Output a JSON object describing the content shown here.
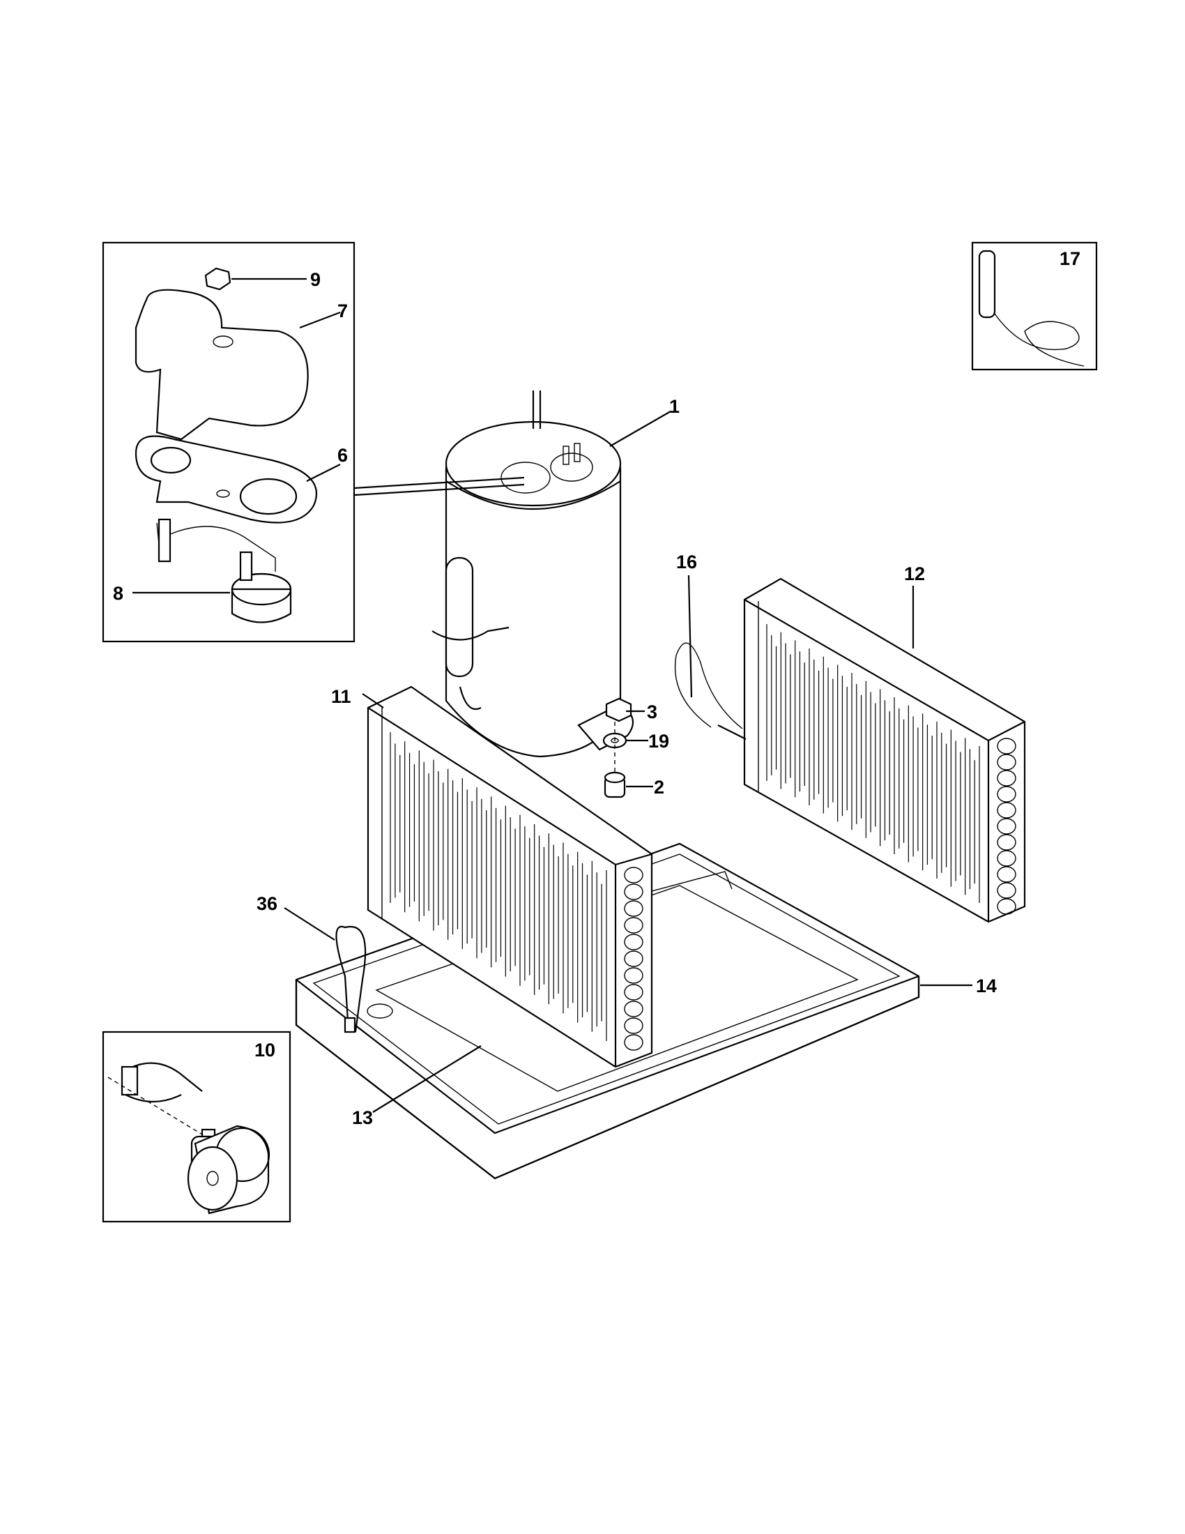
{
  "callouts": {
    "c1": "1",
    "c2": "2",
    "c3": "3",
    "c6": "6",
    "c7": "7",
    "c8": "8",
    "c9": "9",
    "c10": "10",
    "c11": "11",
    "c12": "12",
    "c13": "13",
    "c14": "14",
    "c16": "16",
    "c17": "17",
    "c19": "19",
    "c36": "36"
  }
}
